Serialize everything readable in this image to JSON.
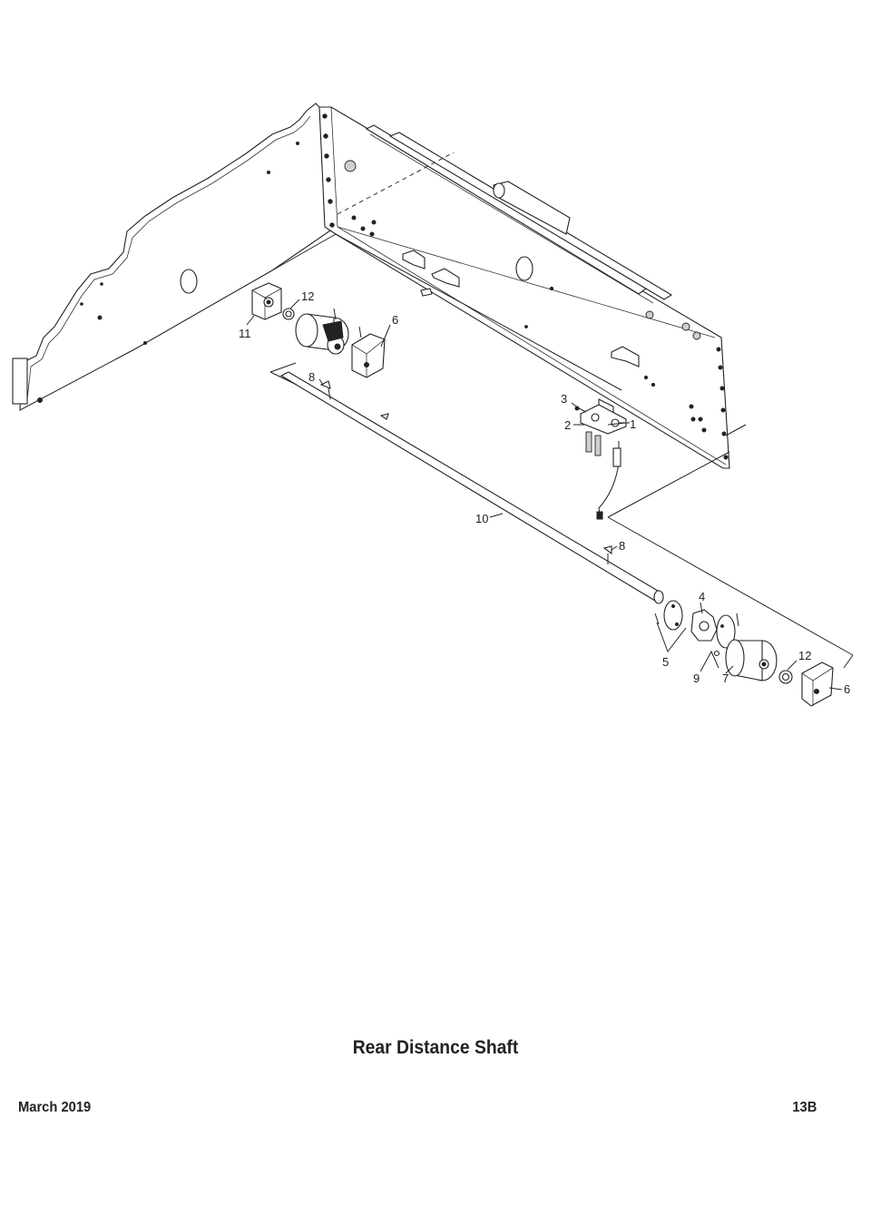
{
  "title": "Rear Distance Shaft",
  "footer": {
    "date": "March 2019",
    "page": "13B"
  },
  "callouts": {
    "c1": "1",
    "c2": "2",
    "c3": "3",
    "c4": "4",
    "c5": "5",
    "c6a": "6",
    "c6b": "6",
    "c7": "7",
    "c8a": "8",
    "c8b": "8",
    "c9": "9",
    "c10": "10",
    "c11": "11",
    "c12a": "12",
    "c12b": "12"
  }
}
